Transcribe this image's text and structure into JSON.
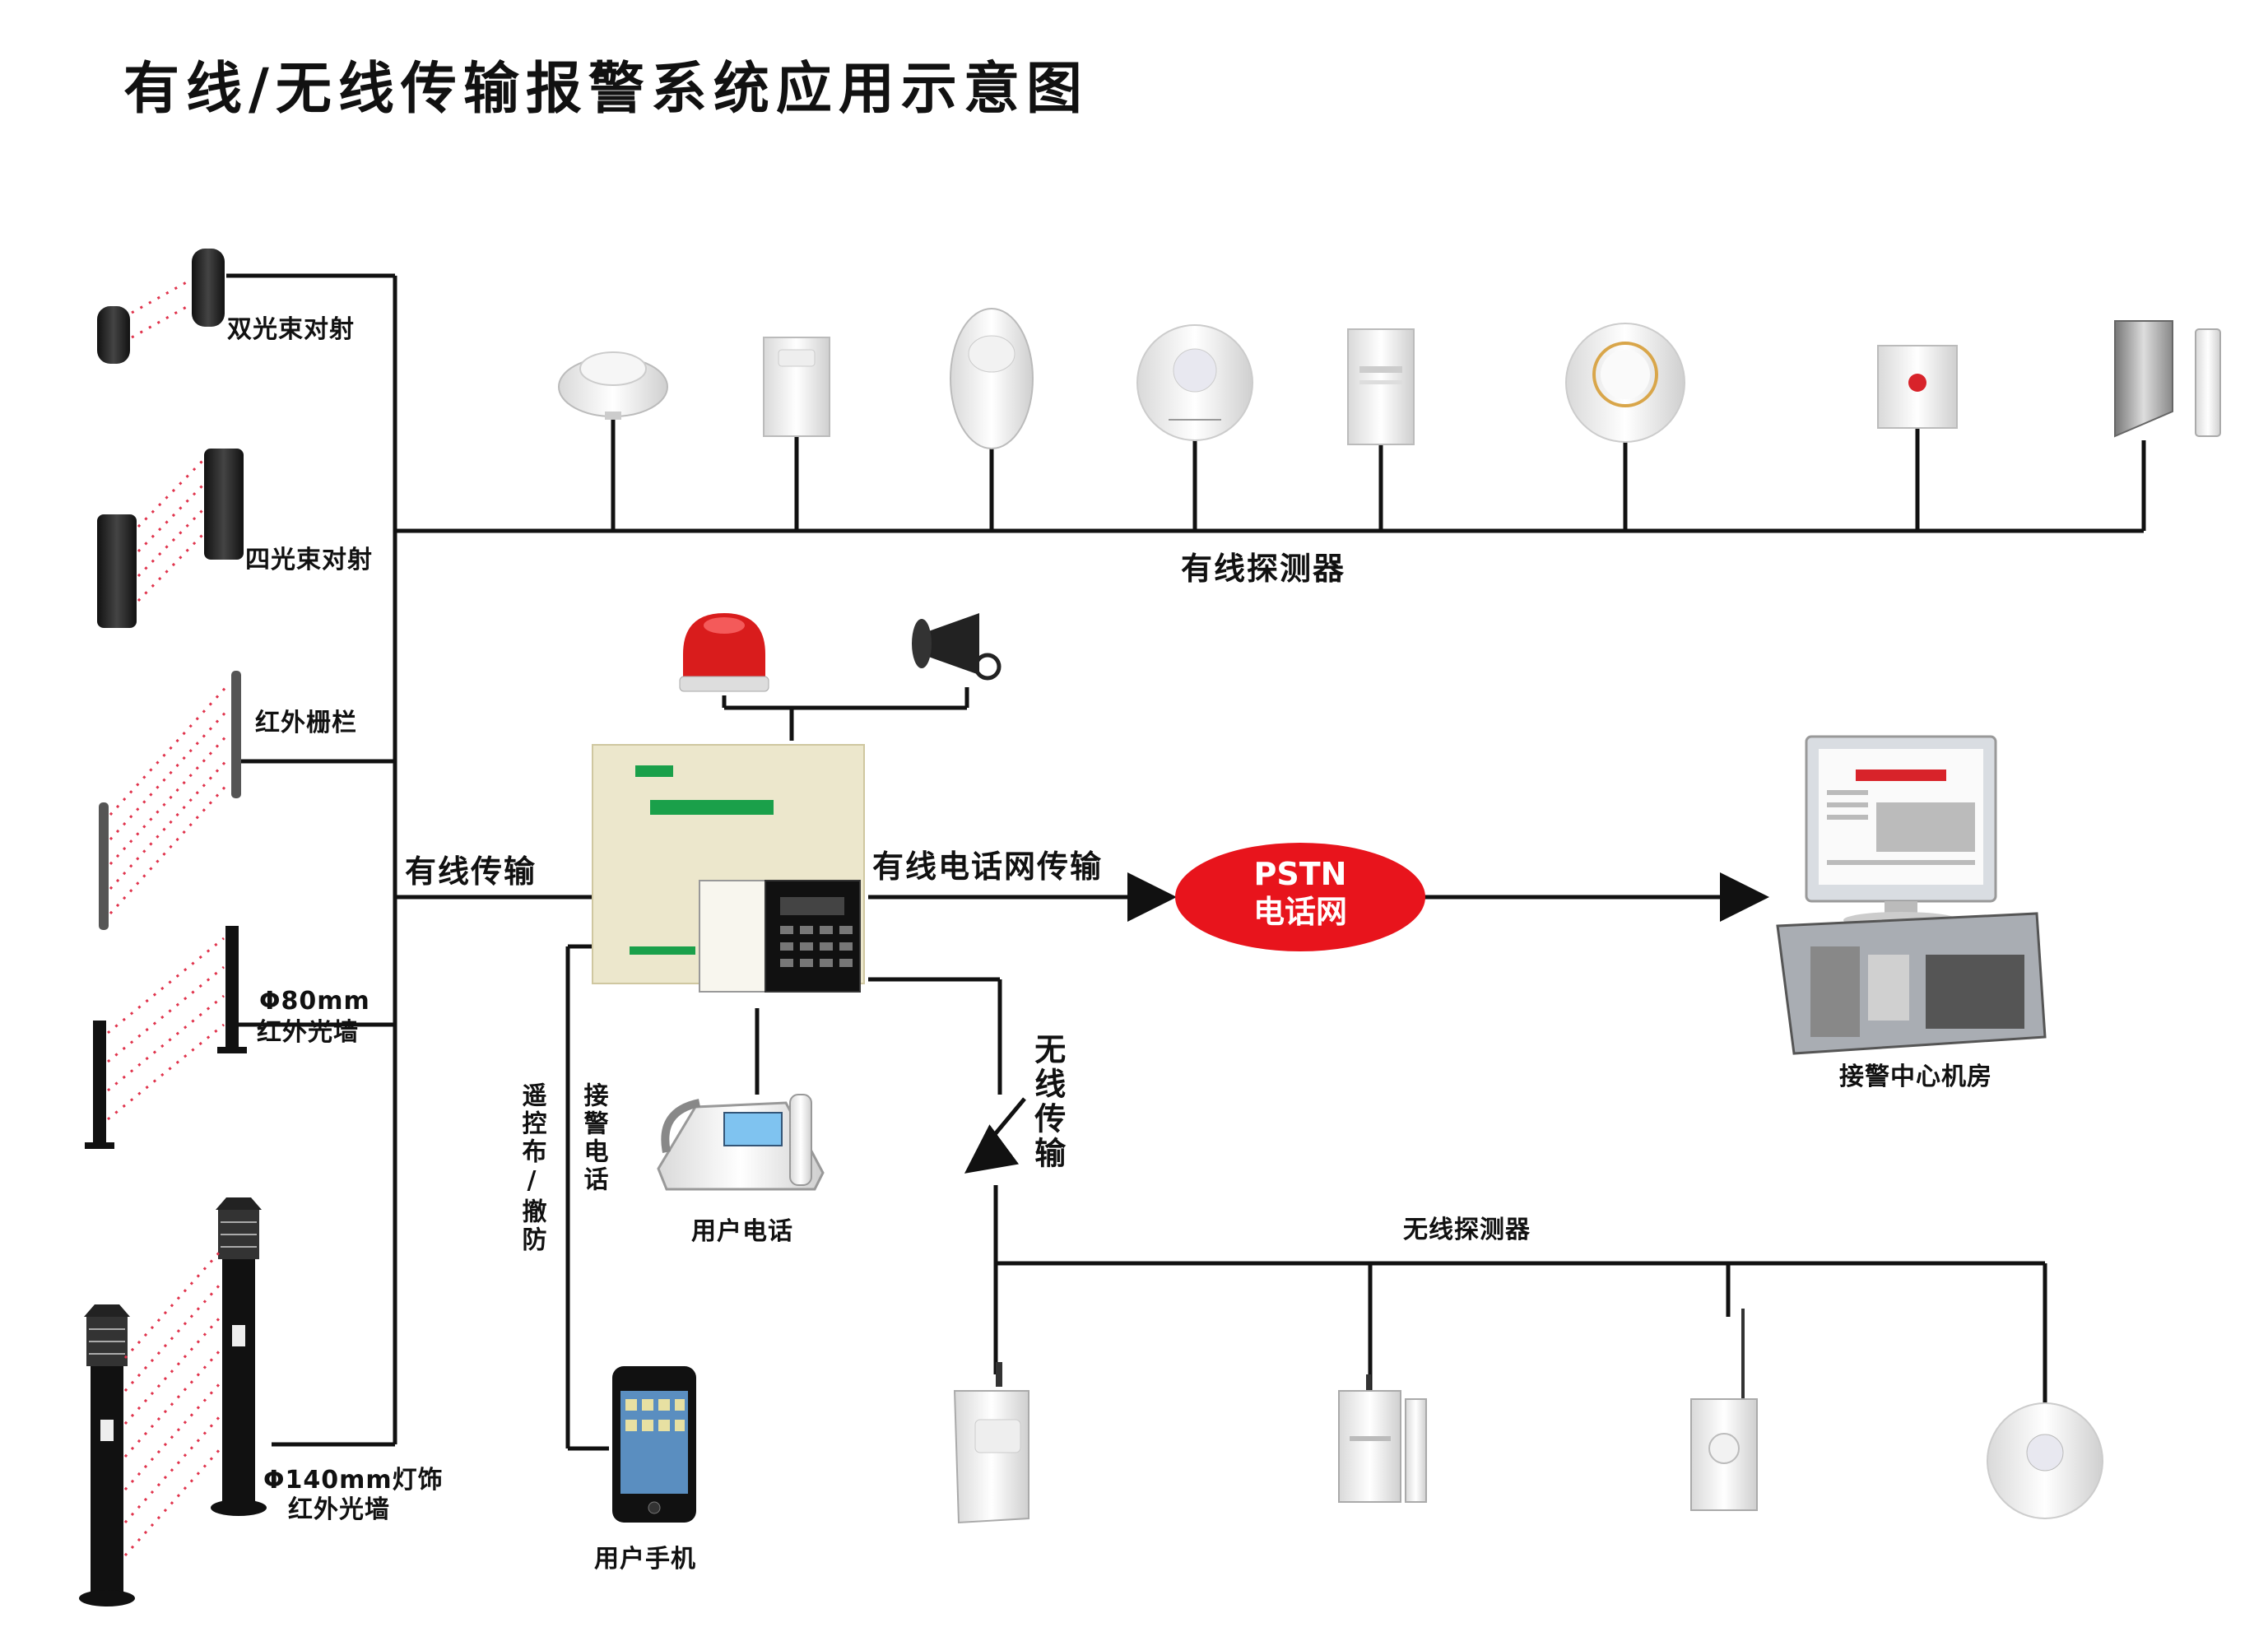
{
  "title": "有线/无线传输报警系统应用示意图",
  "labels": {
    "dual_beam": "双光束对射",
    "quad_beam": "四光束对射",
    "ir_fence": "红外栅栏",
    "phi80_line1": "Φ80mm",
    "phi80_line2": "红外光墙",
    "phi140_line1": "Φ140mm灯饰",
    "phi140_line2": "红外光墙",
    "wired_detectors": "有线探测器",
    "wired_transmission": "有线传输",
    "phone_network_transmission": "有线电话网传输",
    "pstn_line1": "PSTN",
    "pstn_line2": "电话网",
    "alarm_center": "接警中心机房",
    "wireless_transmission": "无线传输",
    "wireless_detectors": "无线探测器",
    "user_phone": "用户电话",
    "user_mobile": "用户手机",
    "remote_arm": "遥控布/撤防",
    "alarm_call": "接警电话"
  },
  "colors": {
    "line": "#111111",
    "pstn_fill": "#e8141c",
    "beam_dots": "#e0324b",
    "panel_fill": "#ece7cc",
    "panel_accent": "#1aa04a"
  },
  "icons": {
    "beam_sensor": "infrared-beam-sensor-icon",
    "smoke_detector": "smoke-detector-icon",
    "pir_detector": "pir-motion-detector-icon",
    "siren": "strobe-siren-icon",
    "horn": "alarm-horn-icon",
    "control_panel": "alarm-control-panel-icon",
    "desk_phone": "desk-phone-icon",
    "mobile_phone": "mobile-phone-icon",
    "computer": "alarm-center-computer-icon",
    "lightning": "wireless-lightning-icon"
  }
}
